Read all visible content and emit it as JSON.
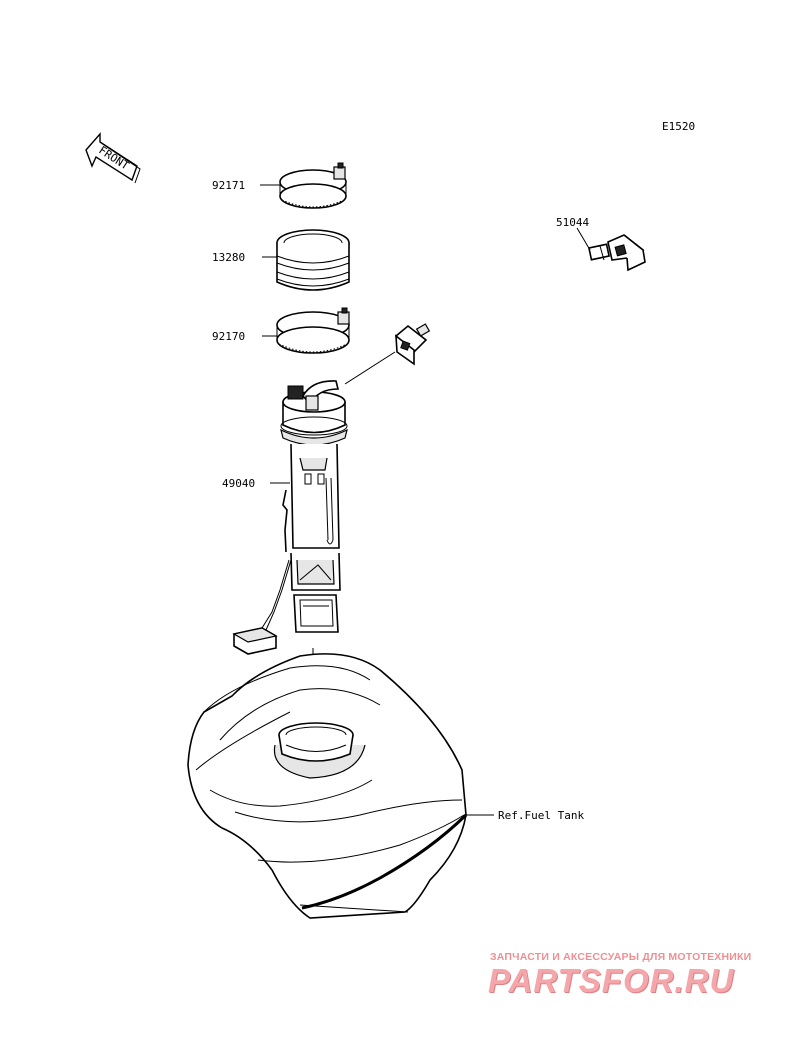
{
  "diagram_code": "E1520",
  "front_label": "FRONT",
  "parts": [
    {
      "number": "92171"
    },
    {
      "number": "13280"
    },
    {
      "number": "92170"
    },
    {
      "number": "49040"
    },
    {
      "number": "51044"
    }
  ],
  "reference_label": "Ref.Fuel Tank",
  "watermark": {
    "tagline": "ЗАПЧАСТИ И АКСЕССУАРЫ ДЛЯ МОТОТЕХНИКИ",
    "logo": "PARTSFOR.RU"
  }
}
